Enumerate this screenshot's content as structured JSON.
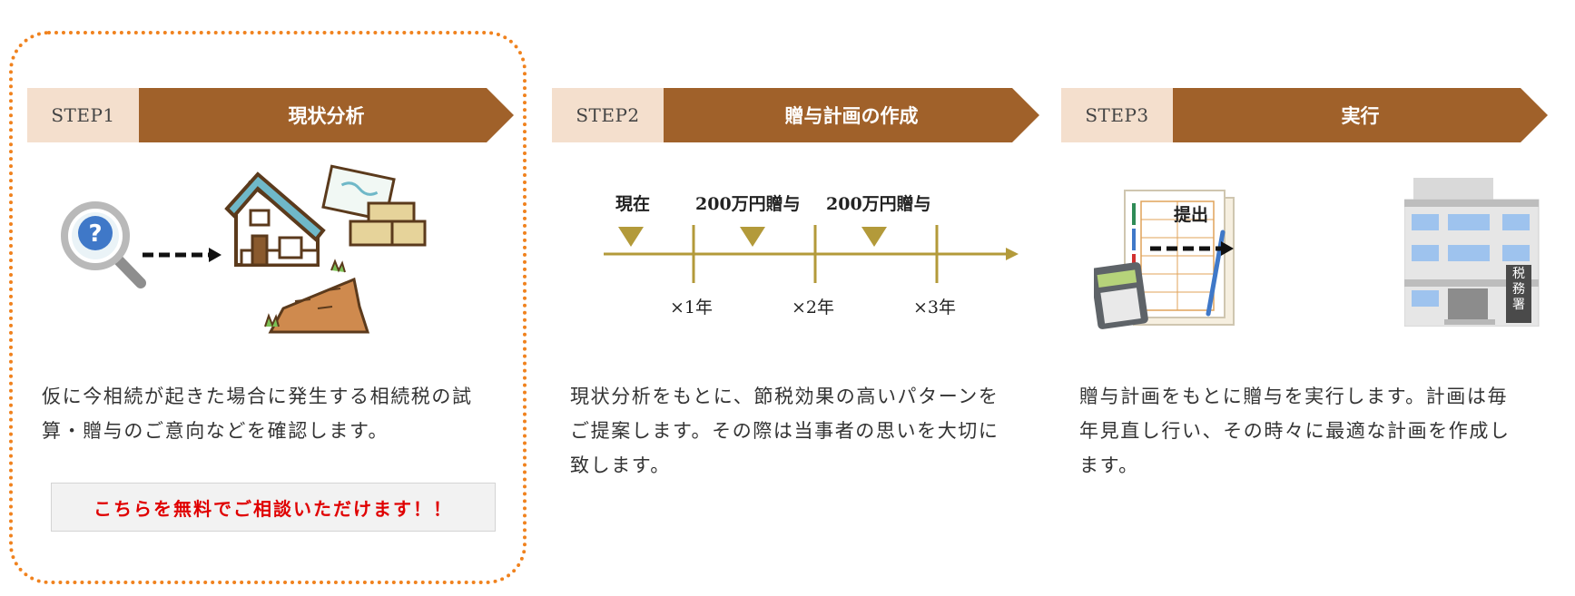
{
  "steps": [
    {
      "tag": "STEP1",
      "title": "現状分析",
      "desc_lines": [
        "仮に今相続が起きた場合に発生する相続税の試",
        "算・贈与のご意向などを確認します。"
      ],
      "cta": "こちらを無料でご相談いただけます！！"
    },
    {
      "tag": "STEP2",
      "title": "贈与計画の作成",
      "desc_lines": [
        "現状分析をもとに、節税効果の高いパターンを",
        "ご提案します。その際は当事者の思いを大切に",
        "致します。"
      ]
    },
    {
      "tag": "STEP3",
      "title": "実行",
      "desc_lines": [
        "贈与計画をもとに贈与を実行します。計画は毎",
        "年見直し行い、その時々に最適な計画を作成し",
        "ます。"
      ]
    }
  ],
  "timeline": {
    "top_labels": [
      "現在",
      "200万円贈与",
      "200万円贈与"
    ],
    "bottom_labels": [
      "×1年",
      "×2年",
      "×3年"
    ]
  },
  "illustrations": {
    "step1": [
      "magnifier-icon",
      "arrow-icon",
      "house-icon",
      "money-icon",
      "land-icon"
    ],
    "step3": [
      "tax-form-icon",
      "calculator-icon",
      "arrow-icon",
      "tax-office-icon"
    ]
  },
  "submit_label": "提出",
  "tax_office_sign": [
    "税",
    "務",
    "署"
  ],
  "colors": {
    "accent": "#a0612a",
    "tag_bg": "#f4dfcd",
    "frame": "#f0821e",
    "cta_text": "#e00000",
    "timeline": "#b39a3a"
  }
}
